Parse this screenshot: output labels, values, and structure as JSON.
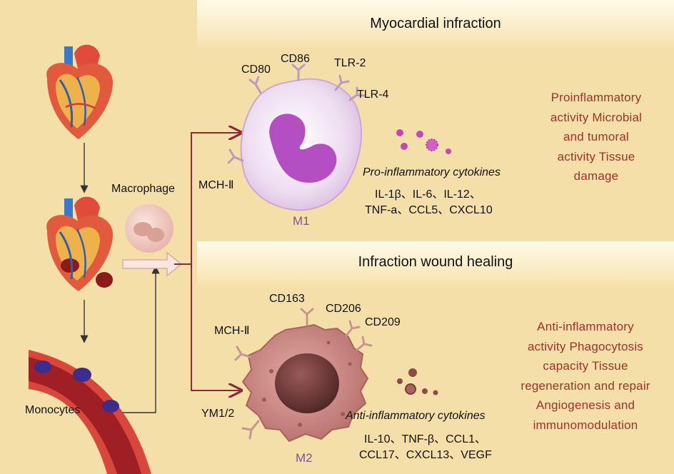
{
  "sections": {
    "m1_banner": "Myocardial infraction",
    "m2_banner": "Infraction wound healing"
  },
  "left": {
    "macrophage": "Macrophage",
    "monocytes": "Monocytes"
  },
  "m1": {
    "tag": "M1",
    "receptors": {
      "cd80": "CD80",
      "cd86": "CD86",
      "tlr2": "TLR-2",
      "tlr4": "TLR-4",
      "mch": "MCH-Ⅱ"
    },
    "cytokine_title": "Pro-inflammatory cytokines",
    "cytokine_line1": "IL-1β、IL-6、IL-12、",
    "cytokine_line2": "TNF-a、CCL5、CXCL10",
    "description": [
      "Proinflammatory",
      "activity Microbial",
      "and tumoral",
      "activity Tissue",
      "damage"
    ]
  },
  "m2": {
    "tag": "M2",
    "receptors": {
      "cd163": "CD163",
      "cd206": "CD206",
      "cd209": "CD209",
      "mch": "MCH-Ⅱ",
      "ym": "YM1/2"
    },
    "cytokine_title": "Anti-inflammatory cytokines",
    "cytokine_line1": "IL-10、TNF-β、CCL1、",
    "cytokine_line2": "CCL17、CXCL13、VEGF",
    "description": [
      "Anti-inflammatory",
      "activity Phagocytosis",
      "capacity Tissue",
      "regeneration and repair",
      "Angiogenesis and",
      "immunomodulation"
    ]
  },
  "colors": {
    "background": "#f5dfa8",
    "arrow": "#8a2a3a",
    "description_text": "#a0312c",
    "m1_cell": "#e9d6ee",
    "m1_nucleus": "#b34fc0",
    "m2_cell": "#c98a85",
    "m2_nucleus": "#6a3534"
  }
}
